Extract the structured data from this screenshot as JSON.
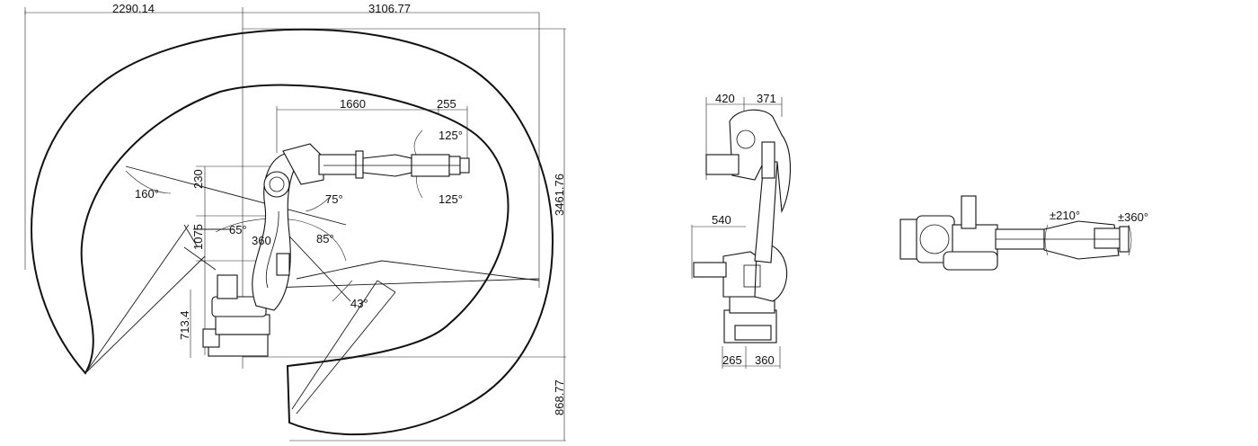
{
  "side_view": {
    "dims": {
      "top_left": "2290.14",
      "top_right": "3106.77",
      "height_total": "3461.76",
      "below_base": "868.77",
      "arm_length": "1660",
      "wrist_offset": "255",
      "forearm_offset": "230",
      "upper_arm": "1075",
      "base_height": "713.4",
      "joint_offset": "360"
    },
    "angles": {
      "wrist_up": "125°",
      "wrist_down": "125°",
      "j3_back": "160°",
      "j2_back": "65°",
      "j2_forward": "85°",
      "j3_forward": "75°",
      "j2_low": "43°"
    }
  },
  "front_view": {
    "dims": {
      "top_left": "420",
      "top_right": "371",
      "mid": "540",
      "base_left": "265",
      "base_right": "360"
    }
  },
  "top_view": {
    "angles": {
      "axis5": "±210°",
      "axis6": "±360°"
    }
  },
  "colors": {
    "line": "#111111",
    "background": "#ffffff"
  }
}
